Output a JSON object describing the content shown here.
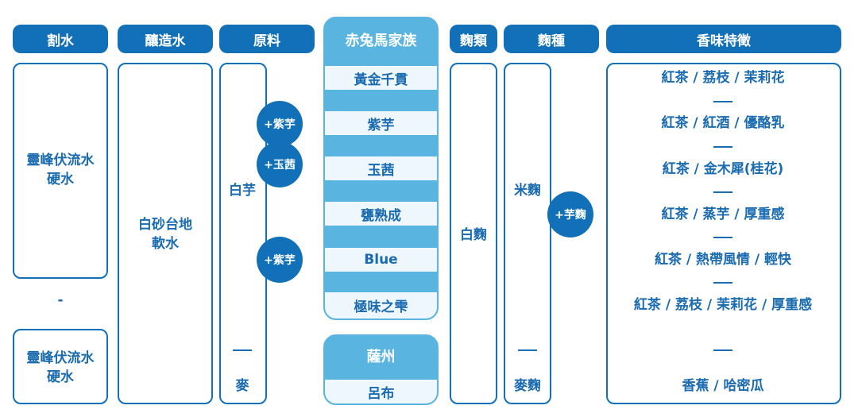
{
  "headers": {
    "water_cut": "割水",
    "brew_water": "釀造水",
    "material": "原料",
    "family": "赤兔馬家族",
    "koji_type": "麴類",
    "koji_kind": "麴種",
    "flavor": "香味特徵"
  },
  "water_cut": {
    "top": "靈峰伏流水\n硬水",
    "separator": "-",
    "bottom": "靈峰伏流水\n硬水"
  },
  "brew_water": "白砂台地\n軟水",
  "material": {
    "main": "白芋",
    "dash": "—",
    "other": "麥",
    "additions": [
      "+紫芋",
      "+玉茜",
      "+紫芋"
    ]
  },
  "family": {
    "items": [
      "黃金千貫",
      "紫芋",
      "玉茜",
      "甕熟成",
      "Blue",
      "極味之雫"
    ],
    "second_header": "薩州",
    "second_item": "呂布"
  },
  "koji_type": "白麴",
  "koji_kind": {
    "main": "米麴",
    "dash": "—",
    "other": "麥麴",
    "addition": "+芋麴"
  },
  "flavors": [
    "紅茶 / 荔枝 / 茉莉花",
    "紅茶 / 紅酒 / 優酪乳",
    "紅茶 / 金木犀(桂花)",
    "紅茶 / 蒸芋 / 厚重感",
    "紅茶 / 熱帶風情 / 輕快",
    "紅茶 / 荔枝 / 茉莉花 / 厚重感",
    "香蕉 / 哈密瓜"
  ],
  "flavor_dash": "—"
}
